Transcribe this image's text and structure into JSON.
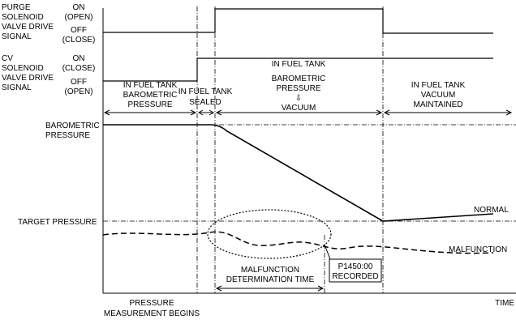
{
  "purge_signal": {
    "label": [
      "PURGE",
      "SOLENOID",
      "VALVE DRIVE",
      "SIGNAL"
    ],
    "on": "ON",
    "on_sub": "(OPEN)",
    "off": "OFF",
    "off_sub": "(CLOSE)"
  },
  "cv_signal": {
    "label": [
      "CV",
      "SOLENOID",
      "VALVE DRIVE",
      "SIGNAL"
    ],
    "on": "ON",
    "on_sub": "(CLOSE)",
    "off": "OFF",
    "off_sub": "(OPEN)"
  },
  "phases": {
    "phase1": [
      "IN FUEL TANK",
      "BAROMETRIC",
      "PRESSURE"
    ],
    "phase2": [
      "IN FUEL TANK",
      "SEALED"
    ],
    "phase3_top": "IN FUEL TANK",
    "phase3": [
      "BAROMETRIC",
      "PRESSURE",
      "VACUUM"
    ],
    "phase3_arrow": "⇩",
    "phase4": [
      "IN FUEL TANK",
      "VACUUM",
      "MAINTAINED"
    ]
  },
  "pressure_axis": {
    "barometric": [
      "BAROMETRIC",
      "PRESSURE"
    ],
    "target": "TARGET PRESSURE"
  },
  "curves": {
    "normal": "NORMAL",
    "malfunction": "MALFUNCTION"
  },
  "annotations": {
    "determination": [
      "MALFUNCTION",
      "DETERMINATION TIME"
    ],
    "code": [
      "P1450:00",
      "RECORDED"
    ],
    "start": [
      "PRESSURE",
      "MEASUREMENT BEGINS"
    ],
    "time": "TIME"
  }
}
